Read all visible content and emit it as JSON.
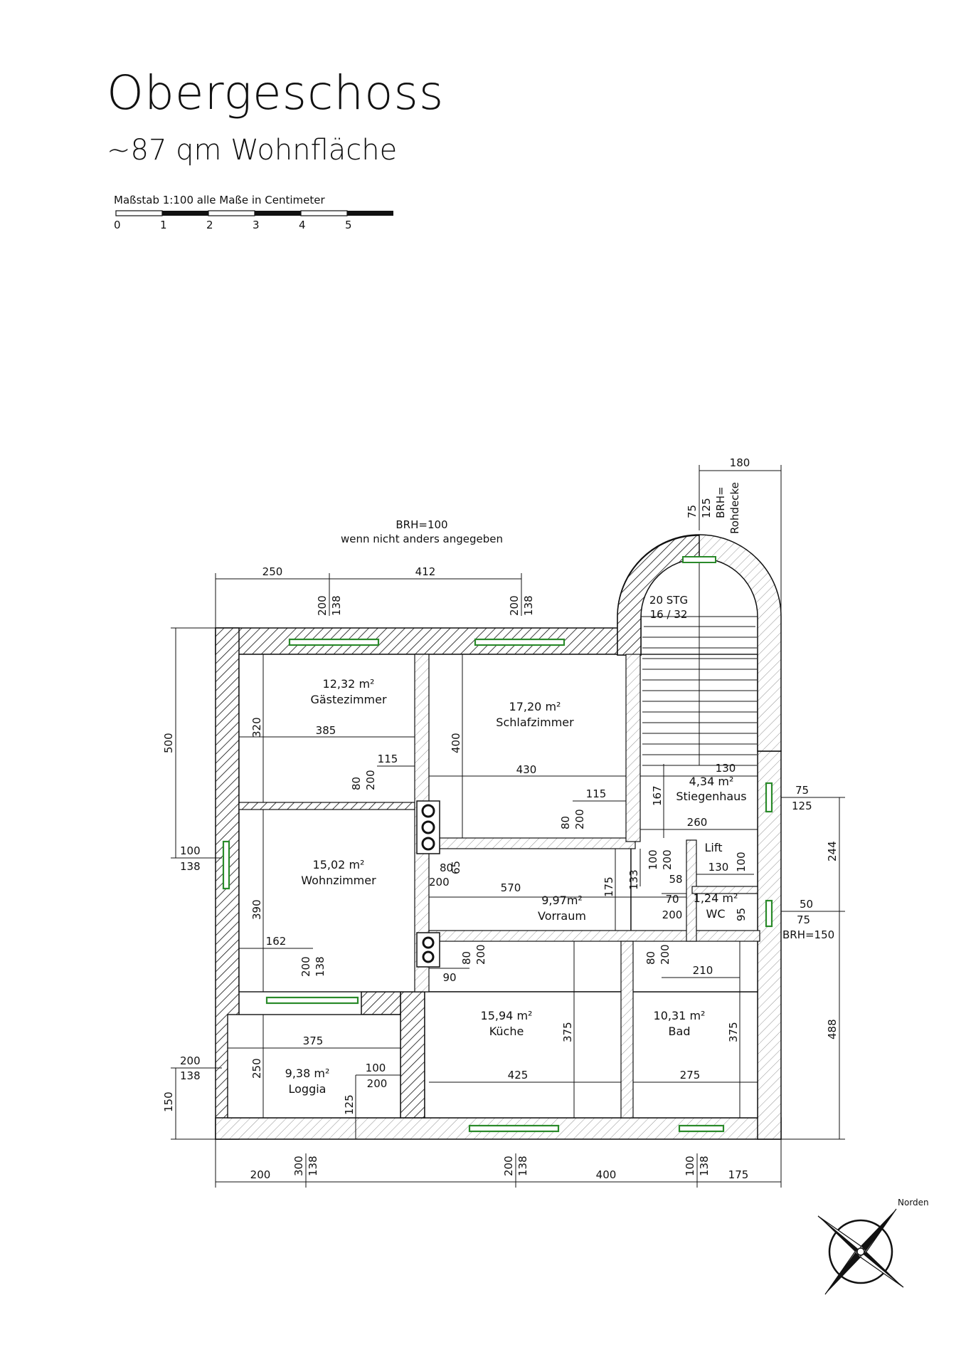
{
  "title": "Obergeschoss",
  "subtitle": "~87 qm Wohnfläche",
  "scale": {
    "caption": "Maßstab 1:100 alle Maße in Centimeter",
    "ticks": [
      "0",
      "1",
      "2",
      "3",
      "4",
      "5"
    ]
  },
  "note": {
    "line1": "BRH=100",
    "line2": "wenn nicht anders angegeben"
  },
  "rooms": {
    "gaestezimmer": {
      "area": "12,32 m²",
      "name": "Gästezimmer"
    },
    "schlafzimmer": {
      "area": "17,20 m²",
      "name": "Schlafzimmer"
    },
    "wohnzimmer": {
      "area": "15,02 m²",
      "name": "Wohnzimmer"
    },
    "vorraum": {
      "area": "9,97m²",
      "name": "Vorraum"
    },
    "kueche": {
      "area": "15,94 m²",
      "name": "Küche"
    },
    "bad": {
      "area": "10,31 m²",
      "name": "Bad"
    },
    "loggia": {
      "area": "9,38 m²",
      "name": "Loggia"
    },
    "stiegenhaus": {
      "area": "4,34 m²",
      "name": "Stiegenhaus"
    },
    "wc": {
      "area": "1,24 m²",
      "name": "WC"
    },
    "lift": {
      "name": "Lift"
    }
  },
  "stairs": {
    "line1": "20 STG",
    "line2": "16 / 32"
  },
  "labels": {
    "brh_rohdecke_1": "BRH=",
    "brh_rohdecke_2": "Rohdecke",
    "brh150": "BRH=150"
  },
  "compass": {
    "label": "Norden"
  },
  "dimensions": {
    "top_250": "250",
    "top_412": "412",
    "top_180": "180",
    "top_200a": "200",
    "top_138a": "138",
    "top_200b": "200",
    "top_138b": "138",
    "tower_75": "75",
    "tower_125": "125",
    "left_500": "500",
    "left_100": "100",
    "left_138": "138",
    "left_200": "200",
    "left_138b": "138",
    "left_150": "150",
    "g_320": "320",
    "g_385": "385",
    "g_115": "115",
    "g_80": "80",
    "g_200": "200",
    "s_400": "400",
    "s_430": "430",
    "s_115": "115",
    "s_80": "80",
    "s_200": "200",
    "st_130": "130",
    "st_167": "167",
    "st_260": "260",
    "r_75": "75",
    "r_125": "125",
    "r_244": "244",
    "r_50": "50",
    "r_75b": "75",
    "r_488": "488",
    "lift_100": "100",
    "lift_130": "130",
    "wc_95": "95",
    "v_65": "65",
    "v_80": "80",
    "v_200": "200",
    "v_570": "570",
    "v_175": "175",
    "v_133": "133",
    "v_100": "100",
    "v_200b": "200",
    "v_58": "58",
    "v_70": "70",
    "v_200c": "200",
    "w_390": "390",
    "w_162": "162",
    "w_200": "200",
    "w_138": "138",
    "k_90": "90",
    "k_80": "80",
    "k_200": "200",
    "k_375": "375",
    "k_425": "425",
    "b_80": "80",
    "b_200": "200",
    "b_210": "210",
    "b_375": "375",
    "b_275": "275",
    "l_375": "375",
    "l_250": "250",
    "l_100": "100",
    "l_200": "200",
    "l_125": "125",
    "bot_200": "200",
    "bot_300": "300",
    "bot_138a": "138",
    "bot_200b": "200",
    "bot_138b": "138",
    "bot_400": "400",
    "bot_100": "100",
    "bot_138c": "138",
    "bot_175": "175"
  }
}
